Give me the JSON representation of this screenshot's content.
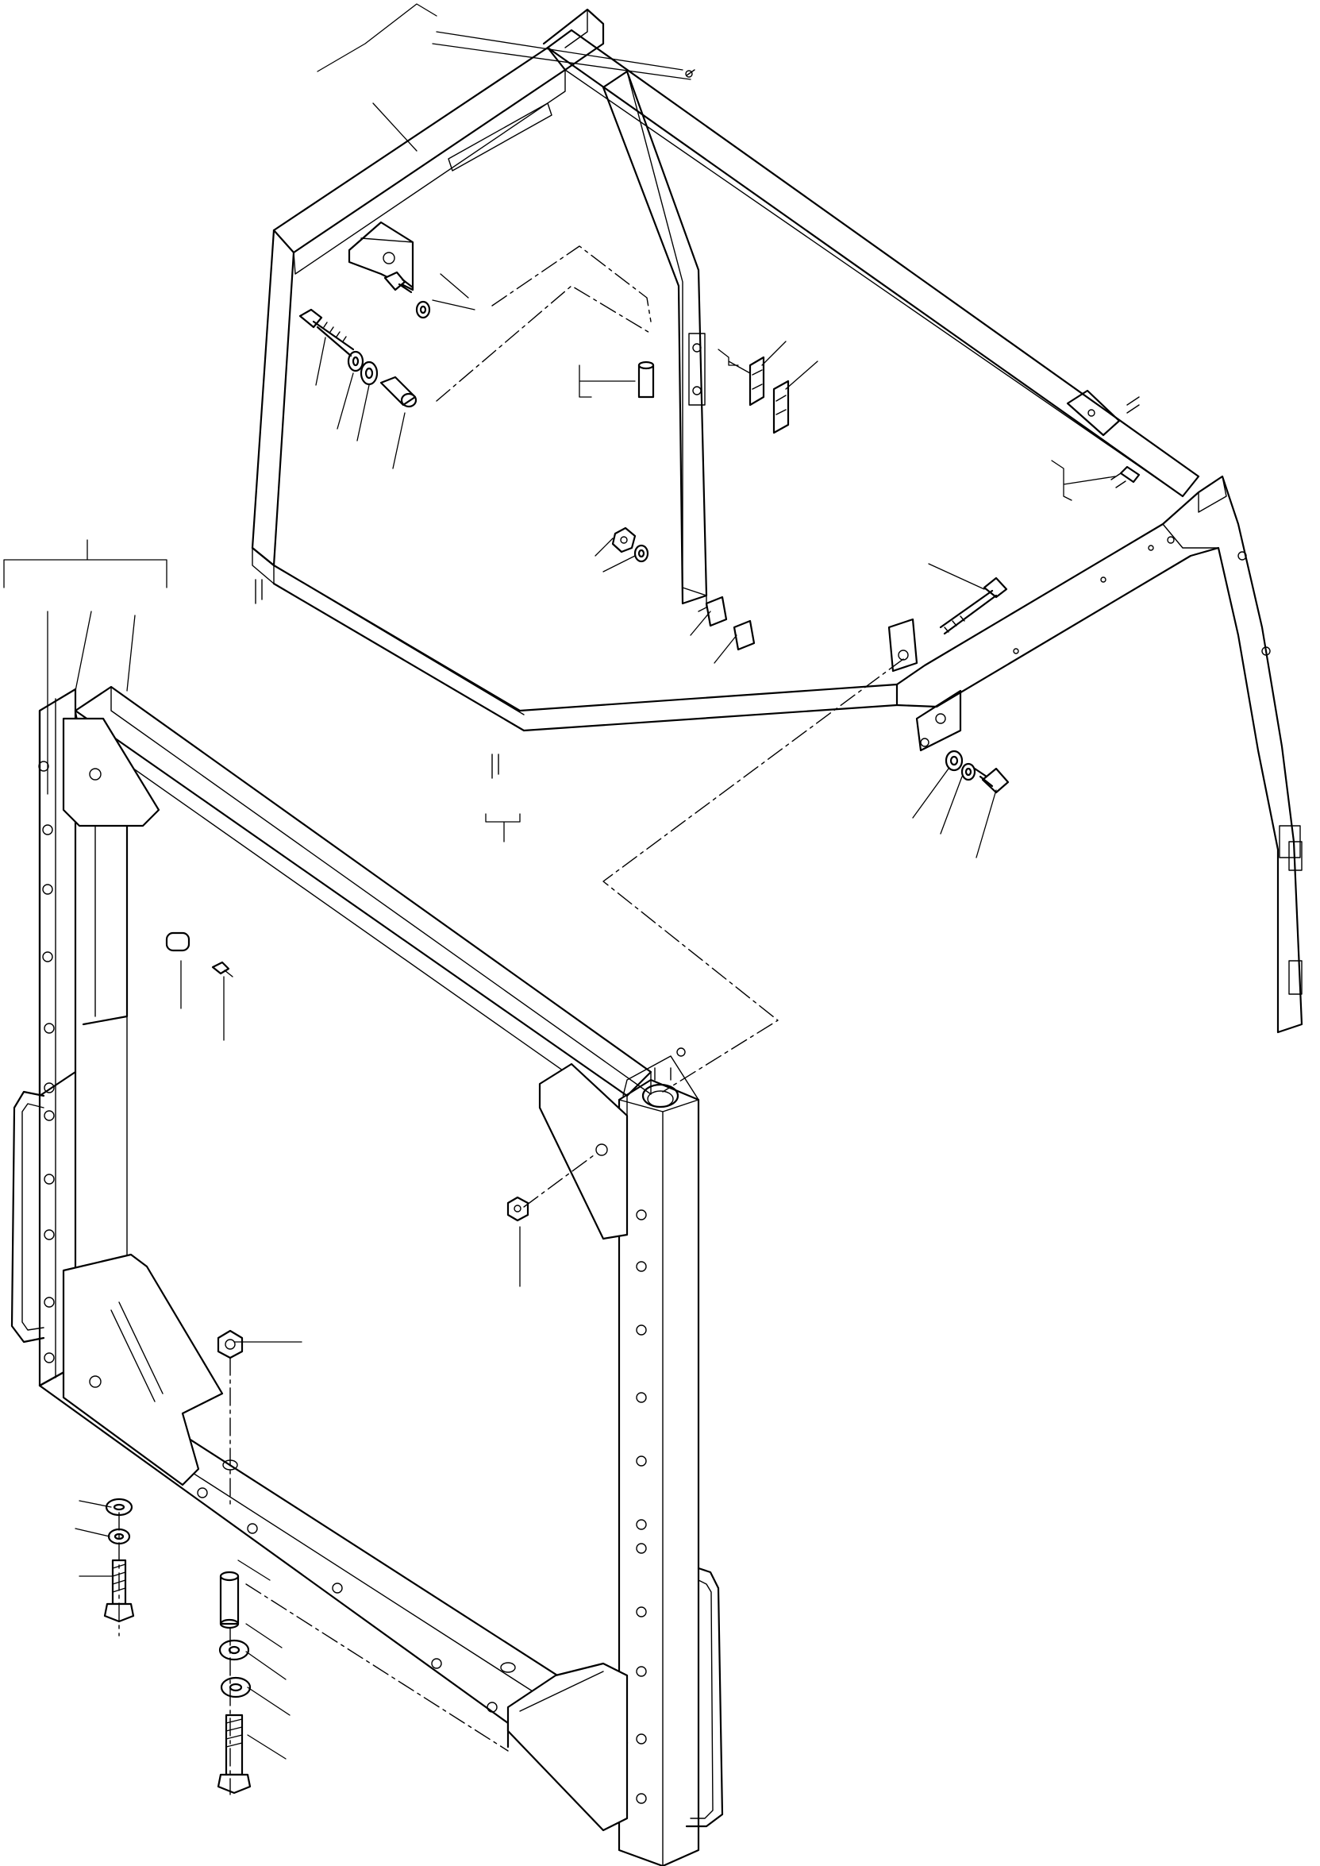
{
  "drawing": {
    "kind": "exploded parts illustration",
    "assemblies": [
      "upper-frame",
      "lower-radiator-frame"
    ],
    "icons": [
      "bolt-icon",
      "nut-icon",
      "washer-icon",
      "spacer-icon",
      "clip-icon",
      "handle-icon",
      "plug-icon"
    ]
  }
}
